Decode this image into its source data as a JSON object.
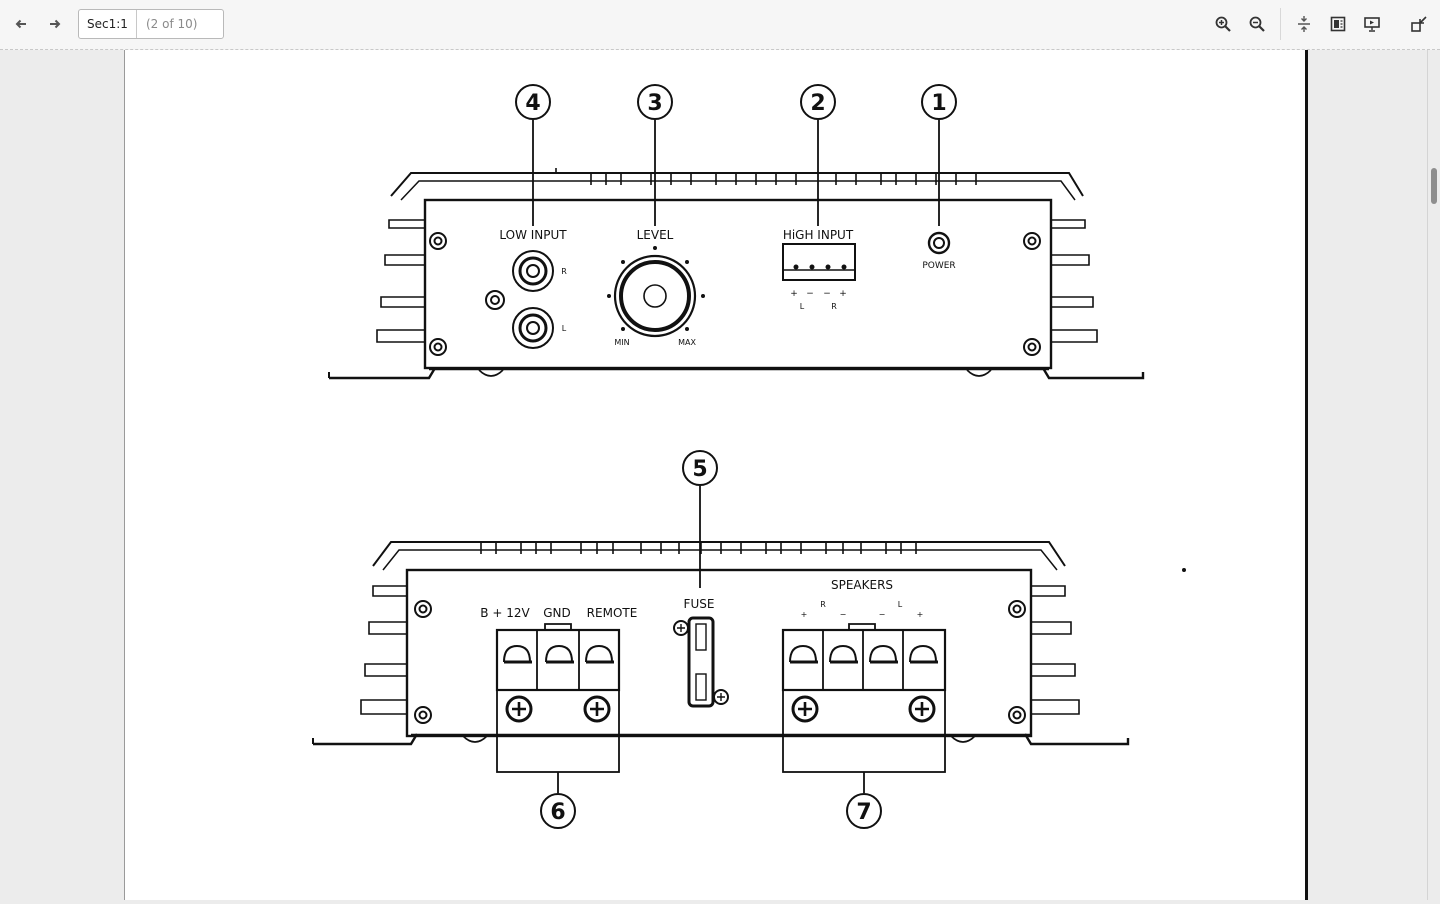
{
  "toolbar": {
    "page_input_value": "Sec1:1",
    "page_count": "(2 of 10)",
    "icons": {
      "prev": "arrow-left-icon",
      "next": "arrow-right-icon",
      "zoom_in": "zoom-in-icon",
      "zoom_out": "zoom-out-icon",
      "fit_width": "fit-width-icon",
      "page_layout": "page-layout-icon",
      "presentation": "presentation-icon",
      "exit_fullscreen": "exit-fullscreen-icon"
    }
  },
  "diagram": {
    "callouts": {
      "c1": "1",
      "c2": "2",
      "c3": "3",
      "c4": "4",
      "c5": "5",
      "c6": "6",
      "c7": "7"
    },
    "front_panel": {
      "low_input": "LOW INPUT",
      "level": "LEVEL",
      "high_input": "HiGH INPUT",
      "power": "POWER",
      "jack_r": "R",
      "jack_l": "L",
      "min": "MIN",
      "max": "MAX",
      "pin_signs": [
        "+",
        "−",
        "−",
        "+"
      ],
      "pin_l": "L",
      "pin_r": "R"
    },
    "rear_panel": {
      "b12v": "B + 12V",
      "gnd": "GND",
      "remote": "REMOTE",
      "fuse": "FUSE",
      "speakers": "SPEAKERS",
      "spk_r": "R",
      "spk_l": "L",
      "spk_signs": [
        "+",
        "−",
        "−",
        "+"
      ]
    }
  }
}
